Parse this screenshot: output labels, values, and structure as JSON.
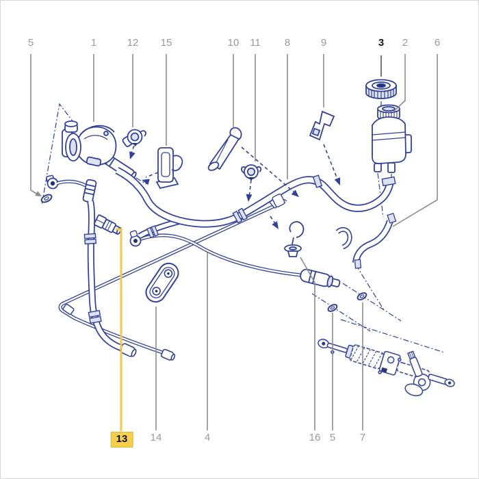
{
  "callouts": {
    "top": [
      {
        "label": "5"
      },
      {
        "label": "1"
      },
      {
        "label": "12"
      },
      {
        "label": "15"
      },
      {
        "label": "10"
      },
      {
        "label": "11"
      },
      {
        "label": "8"
      },
      {
        "label": "9"
      },
      {
        "label": "3",
        "emphasized": true
      },
      {
        "label": "2"
      },
      {
        "label": "6"
      }
    ],
    "bottom": [
      {
        "label": "13",
        "highlighted": true
      },
      {
        "label": "14"
      },
      {
        "label": "4"
      },
      {
        "label": "16"
      },
      {
        "label": "5"
      },
      {
        "label": "7"
      }
    ]
  },
  "highlight": {
    "selected_callout": "13",
    "box_fill": "#F6CF4F",
    "line_color": "#EFC94C"
  },
  "colors": {
    "drawing_blue": "#31409B",
    "drawing_dark_blue": "#25307C",
    "drawing_shade": "#DCE2F4",
    "leader_gray": "#8C8C8C",
    "label_gray": "#9A9A9A",
    "label_black": "#161616",
    "background": "#FFFFFF",
    "frame_border": "#D8D8D8"
  }
}
